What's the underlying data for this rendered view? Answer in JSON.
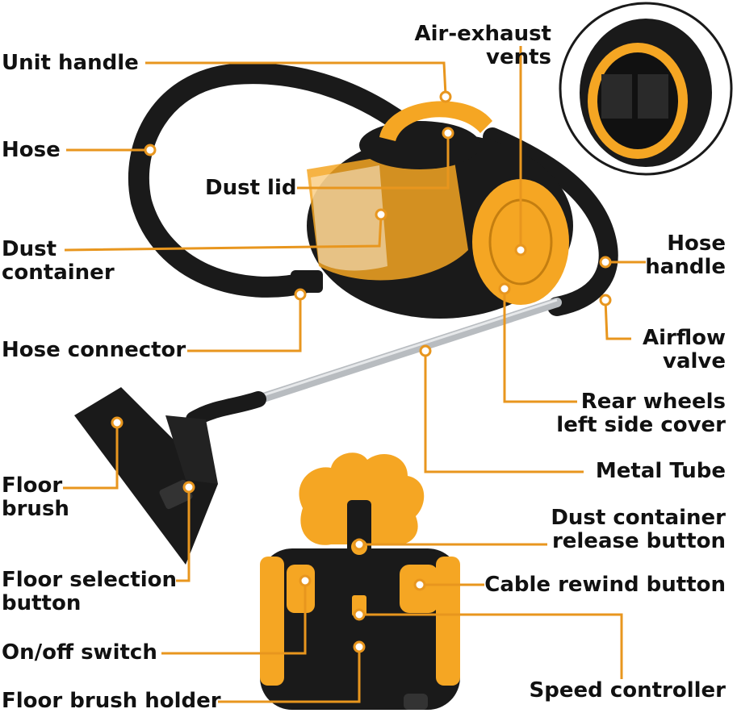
{
  "colors": {
    "accent": "#F5A623",
    "leader": "#E8961E",
    "body": "#1A1A1A",
    "metal": "#B8BCC0",
    "text": "#111111"
  },
  "labels": {
    "unit_handle": [
      "Unit handle"
    ],
    "hose": [
      "Hose"
    ],
    "dust_lid": [
      "Dust lid"
    ],
    "dust_container": [
      "Dust",
      "container"
    ],
    "hose_connector": [
      "Hose connector"
    ],
    "floor_brush": [
      "Floor",
      "brush"
    ],
    "floor_selection_button": [
      "Floor selection",
      "button"
    ],
    "on_off_switch": [
      "On/off switch"
    ],
    "floor_brush_holder": [
      "Floor brush holder"
    ],
    "air_exhaust_vents": [
      "Air-exhaust",
      "vents"
    ],
    "hose_handle": [
      "Hose",
      "handle"
    ],
    "airflow_valve": [
      "Airflow",
      "valve"
    ],
    "rear_wheels_cover": [
      "Rear wheels",
      "left side cover"
    ],
    "metal_tube": [
      "Metal Tube"
    ],
    "dust_container_release": [
      "Dust container",
      "release button"
    ],
    "cable_rewind_button": [
      "Cable rewind button"
    ],
    "speed_controller": [
      "Speed controller"
    ]
  }
}
